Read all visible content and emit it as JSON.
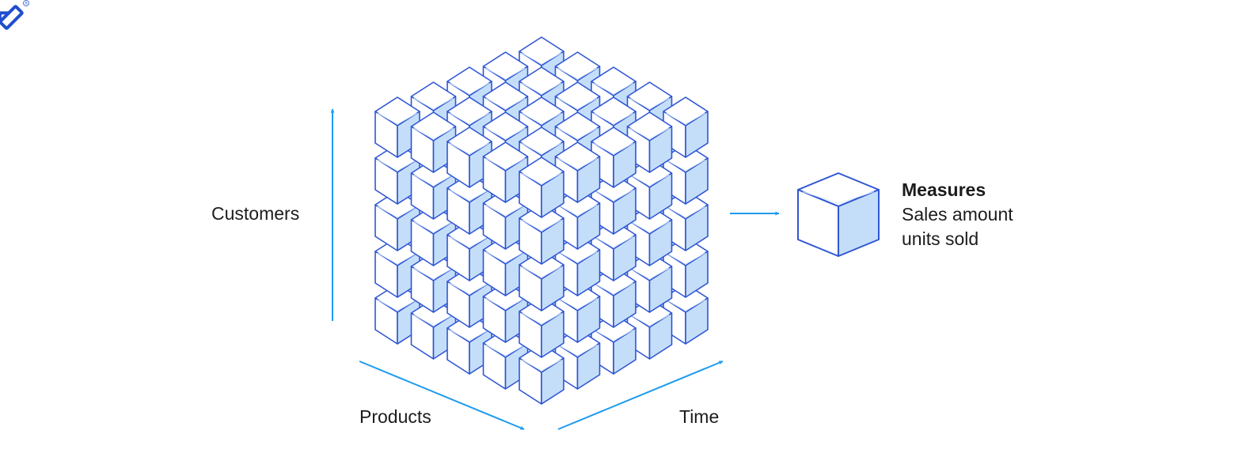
{
  "logo": {
    "icon": "toptal-logo-icon",
    "mark": "®"
  },
  "axes": {
    "customers": "Customers",
    "products": "Products",
    "time": "Time"
  },
  "measures": {
    "title": "Measures",
    "lines": [
      "Sales amount",
      "units sold"
    ]
  },
  "colors": {
    "arrow": "#1e9bf0",
    "cube_stroke": "#2f56d3",
    "cube_face_light": "#ffffff",
    "cube_face_shade": "#c4def9",
    "cube_top_inner": "#d8e8fb",
    "text": "#1c1c1c",
    "logo": "#204ecf"
  }
}
